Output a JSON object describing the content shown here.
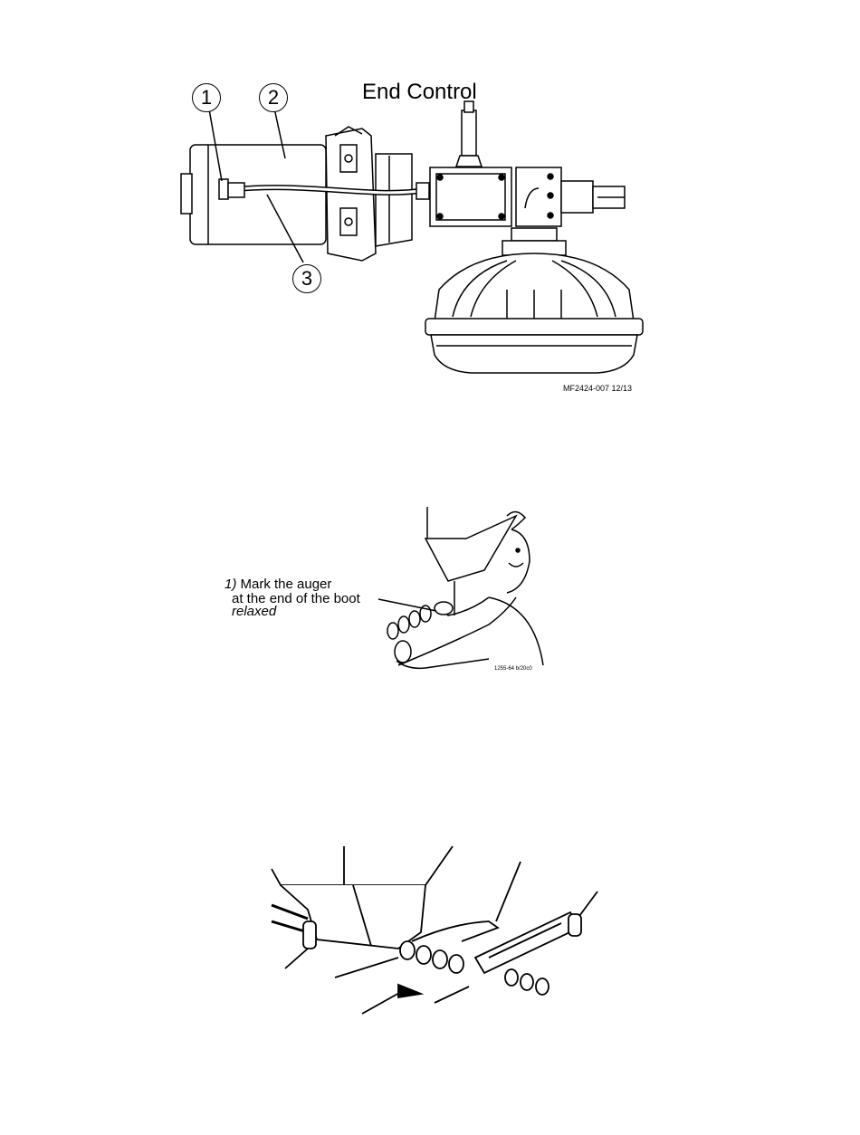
{
  "figure1": {
    "title": "End Control",
    "callouts": [
      "1",
      "2",
      "3"
    ],
    "code": "MF2424-007 12/13"
  },
  "figure2": {
    "step_number": "1)",
    "line1_rest": "Mark the auger",
    "line2": "at the end of the boot",
    "line3": "relaxed",
    "code": "1255-64 b/20c0"
  },
  "figure3": {}
}
